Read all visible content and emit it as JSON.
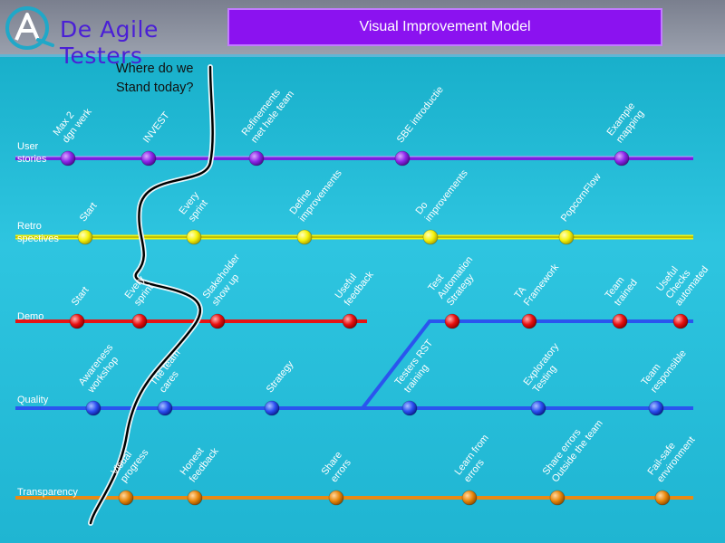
{
  "header": {
    "logo_text": "De Agile Testers",
    "title": "Visual Improvement  Model"
  },
  "question": {
    "line1": "Where do we",
    "line2": "Stand today?"
  },
  "colors": {
    "user_stories": "#9a2ff0",
    "retrospectives": "#f2f20c",
    "demo": "#e61414",
    "quality": "#2a55ee",
    "transparency": "#e88a14"
  },
  "lanes": [
    {
      "id": "user-stories",
      "label": [
        "User",
        "stories"
      ],
      "milestones": [
        {
          "label": [
            "Max 2",
            "dgn werk"
          ]
        },
        {
          "label": [
            "INVEST"
          ]
        },
        {
          "label": [
            "Refinements",
            "met hele team"
          ]
        },
        {
          "label": [
            "SBE introductie"
          ]
        },
        {
          "label": [
            "Example",
            "mapping"
          ]
        }
      ]
    },
    {
      "id": "retrospectives",
      "label": [
        "Retro",
        "spectives"
      ],
      "milestones": [
        {
          "label": [
            "Start"
          ]
        },
        {
          "label": [
            "Every",
            "sprint"
          ]
        },
        {
          "label": [
            "Define",
            "improvements"
          ]
        },
        {
          "label": [
            "Do",
            "improvements"
          ]
        },
        {
          "label": [
            "PopcornFlow"
          ]
        }
      ]
    },
    {
      "id": "demo",
      "label": [
        "Demo"
      ],
      "milestones": [
        {
          "label": [
            "Start"
          ]
        },
        {
          "label": [
            "Every",
            "sprint"
          ]
        },
        {
          "label": [
            "Stakeholder",
            "show up"
          ]
        },
        {
          "label": [
            "Useful",
            "feedback"
          ]
        },
        {
          "label": [
            "Test",
            "Automation",
            "Strategy"
          ]
        },
        {
          "label": [
            "TA",
            "Framework"
          ]
        },
        {
          "label": [
            "Team",
            "trained"
          ]
        },
        {
          "label": [
            "Useful",
            "Checks",
            "automated"
          ]
        }
      ]
    },
    {
      "id": "quality",
      "label": [
        "Quality"
      ],
      "milestones": [
        {
          "label": [
            "Awareness",
            "workshop"
          ]
        },
        {
          "label": [
            "The team",
            "cares"
          ]
        },
        {
          "label": [
            "Strategy"
          ]
        },
        {
          "label": [
            "Testers RST",
            "training"
          ]
        },
        {
          "label": [
            "Exploratory",
            "Testing"
          ]
        },
        {
          "label": [
            "Team",
            "responsible"
          ]
        }
      ]
    },
    {
      "id": "transparency",
      "label": [
        "Transparency"
      ],
      "milestones": [
        {
          "label": [
            "Visual",
            "progress"
          ]
        },
        {
          "label": [
            "Honest",
            "feedback"
          ]
        },
        {
          "label": [
            "Share",
            "errors"
          ]
        },
        {
          "label": [
            "Learn from",
            "errors"
          ]
        },
        {
          "label": [
            "Share errors",
            "Outside the team"
          ]
        },
        {
          "label": [
            "Fail-safe",
            "environment"
          ]
        }
      ]
    }
  ]
}
